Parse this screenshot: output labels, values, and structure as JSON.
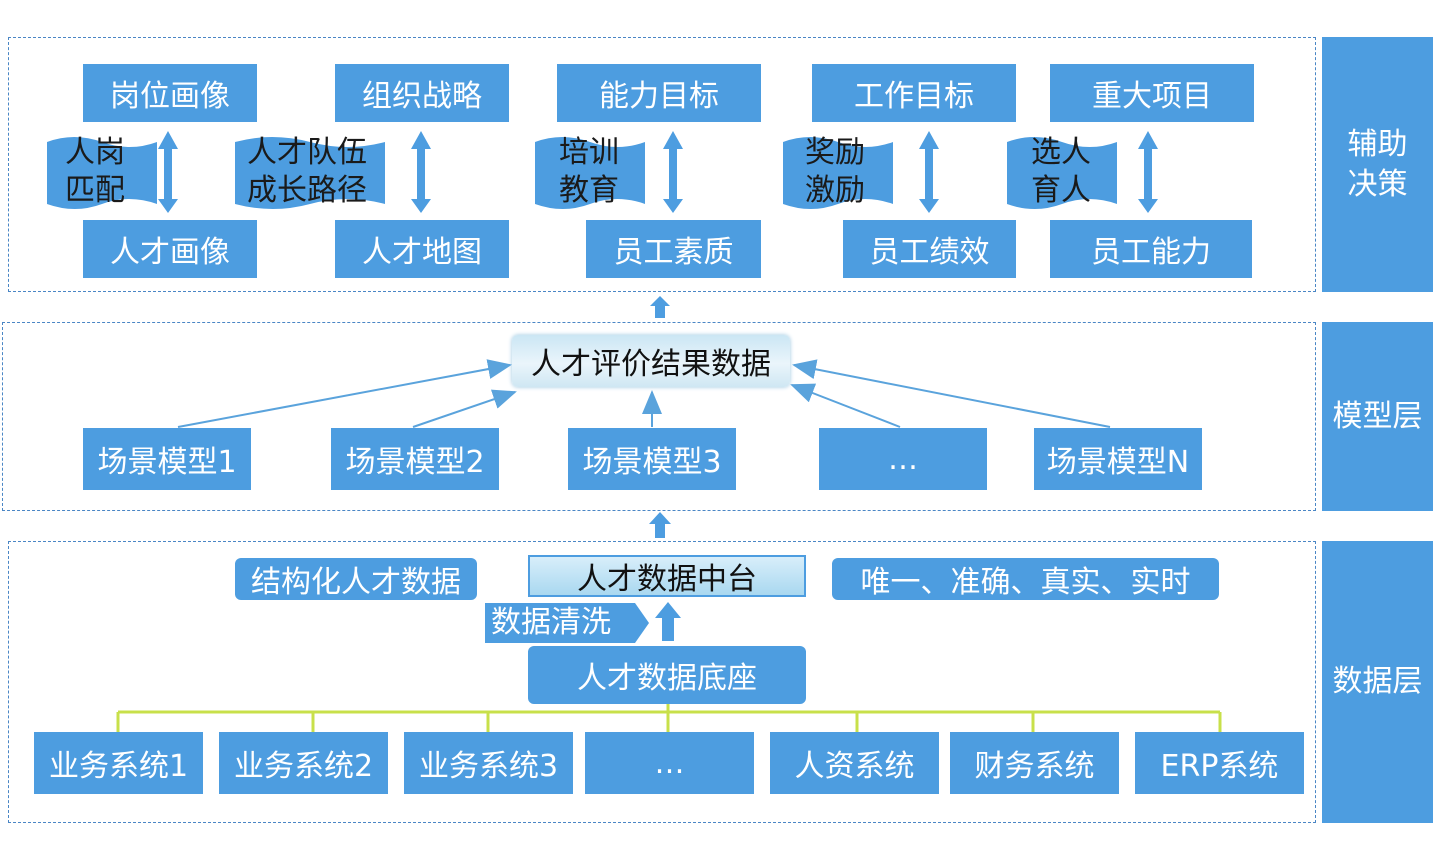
{
  "layers": {
    "decision": {
      "label": "辅助决策",
      "top_boxes": [
        "岗位画像",
        "组织战略",
        "能力目标",
        "工作目标",
        "重大项目"
      ],
      "bottom_boxes": [
        "人才画像",
        "人才地图",
        "员工素质",
        "员工绩效",
        "员工能力"
      ],
      "flags": [
        [
          "人岗",
          "匹配"
        ],
        [
          "人才队伍",
          "成长路径"
        ],
        [
          "培训",
          "教育"
        ],
        [
          "奖励",
          "激励"
        ],
        [
          "选人",
          "育人"
        ]
      ]
    },
    "model": {
      "label": "模型层",
      "hub": "人才评价结果数据",
      "scenarios": [
        "场景模型1",
        "场景模型2",
        "场景模型3",
        "…",
        "场景模型N"
      ]
    },
    "data": {
      "label": "数据层",
      "structured": "结构化人才数据",
      "center": "人才数据中台",
      "qualities": "唯一、准确、真实、实时",
      "cleaning": "数据清洗",
      "base": "人才数据底座",
      "systems": [
        "业务系统1",
        "业务系统2",
        "业务系统3",
        "…",
        "人资系统",
        "财务系统",
        "ERP系统"
      ]
    }
  },
  "colors": {
    "box": "#4d9de0",
    "frame": "#4a86c5",
    "connector": "#c8e04a",
    "arrow": "#5aa3dc"
  }
}
